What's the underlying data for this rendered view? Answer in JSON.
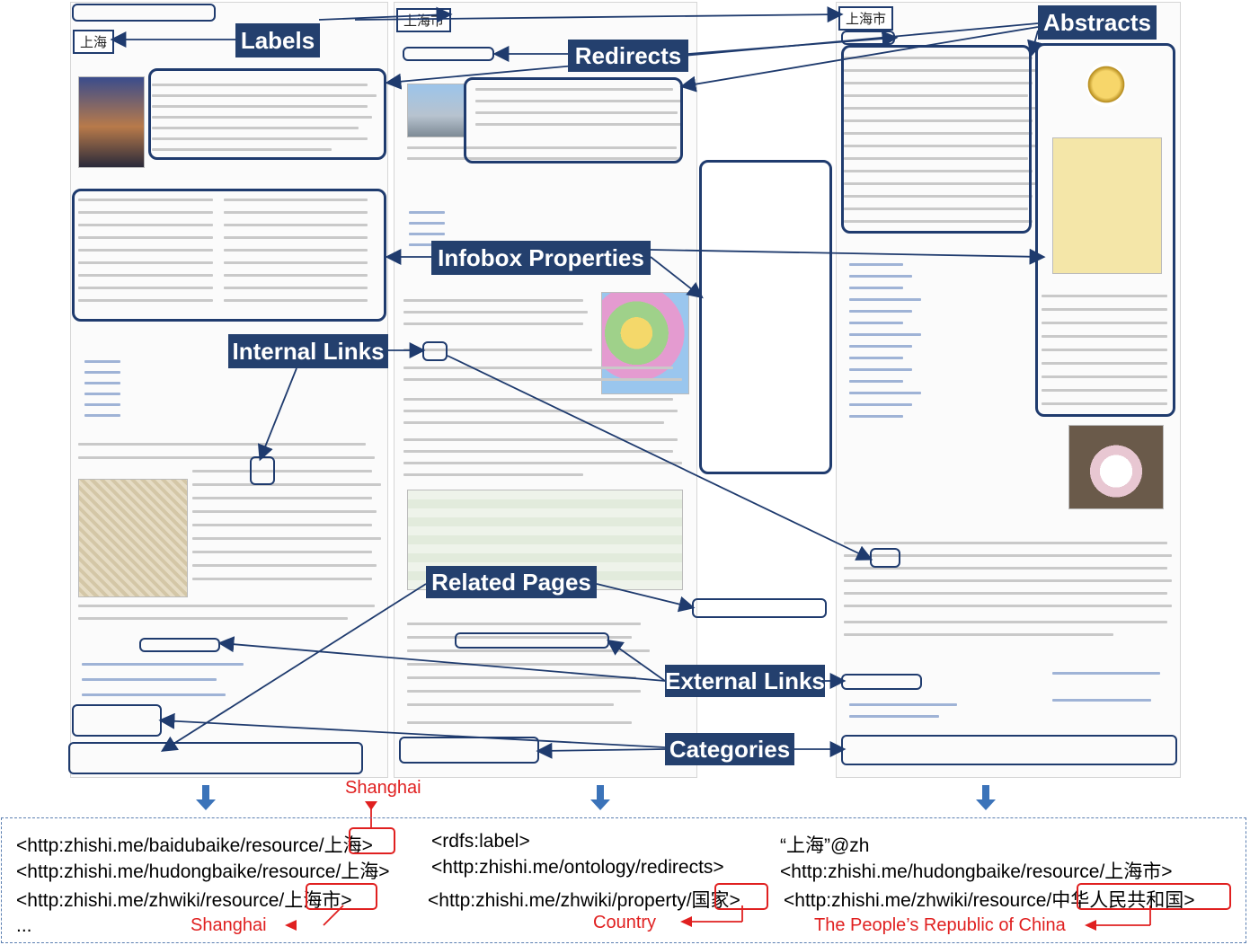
{
  "labels": {
    "labels": "Labels",
    "redirects": "Redirects",
    "abstracts": "Abstracts",
    "infobox_properties": "Infobox Properties",
    "internal_links": "Internal Links",
    "related_pages": "Related Pages",
    "external_links": "External Links",
    "categories": "Categories"
  },
  "pages": {
    "baidu_title": "上海",
    "hudong_title": "上海市",
    "zhwiki_title": "上海市"
  },
  "triples": {
    "subjects": [
      "<http:zhishi.me/baidubaike/resource/上海>",
      "<http:zhishi.me/hudongbaike/resource/上海>",
      "<http:zhishi.me/zhwiki/resource/上海市>"
    ],
    "predicates": [
      "<rdfs:label>",
      "<http:zhishi.me/ontology/redirects>",
      "<http:zhishi.me/zhwiki/property/国家>"
    ],
    "objects": [
      "“上海”@zh",
      "<http:zhishi.me/hudongbaike/resource/上海市>",
      "<http:zhishi.me/zhwiki/resource/中华人民共和国>"
    ],
    "ellipsis": "..."
  },
  "annotations": {
    "shanghai_top": "Shanghai",
    "shanghai_bottom": "Shanghai",
    "country": "Country",
    "prc": "The People’s Republic of China"
  },
  "colors": {
    "label_bg": "#24406e",
    "highlight": "#1f3b6e",
    "annotation": "#e02020",
    "arrow": "#3b73b9"
  }
}
